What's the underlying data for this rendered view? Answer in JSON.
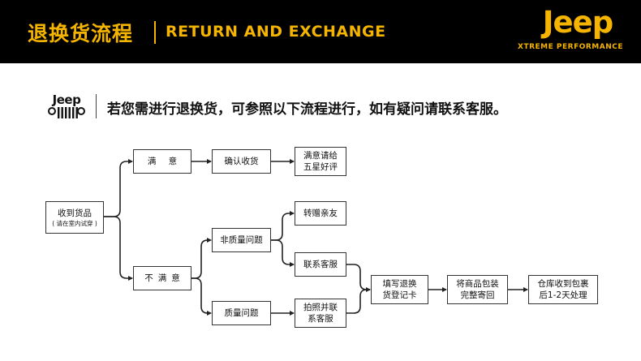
{
  "header": {
    "title_cn": "退换货流程",
    "title_en": "RETURN AND EXCHANGE",
    "brand": "Jeep",
    "tagline": "XTREME PERFORMANCE"
  },
  "intro": {
    "logo_text": "Jeep",
    "text": "若您需进行退换货，可参照以下流程进行，如有疑问请联系客服。"
  },
  "flow": {
    "received": {
      "line1": "收到货品",
      "line2": "( 请在室内试穿 )"
    },
    "satisfied": "满 意",
    "confirm": "确认收货",
    "review": {
      "line1": "满意请给",
      "line2": "五星好评"
    },
    "unsatisfied": "不满意",
    "non_quality": "非质量问题",
    "gift": "转赠亲友",
    "contact_cs": "联系客服",
    "quality": "质量问题",
    "photo_contact": {
      "line1": "拍照并联",
      "line2": "系客服"
    },
    "fill_card": {
      "line1": "填写退换",
      "line2": "货登记卡"
    },
    "pack": {
      "line1": "将商品包装",
      "line2": "完整寄回"
    },
    "warehouse": {
      "line1": "仓库收到包裹",
      "line2": "后1-2天处理"
    }
  },
  "colors": {
    "accent": "#f5b400",
    "header_bg": "#000000",
    "line": "#222222"
  }
}
